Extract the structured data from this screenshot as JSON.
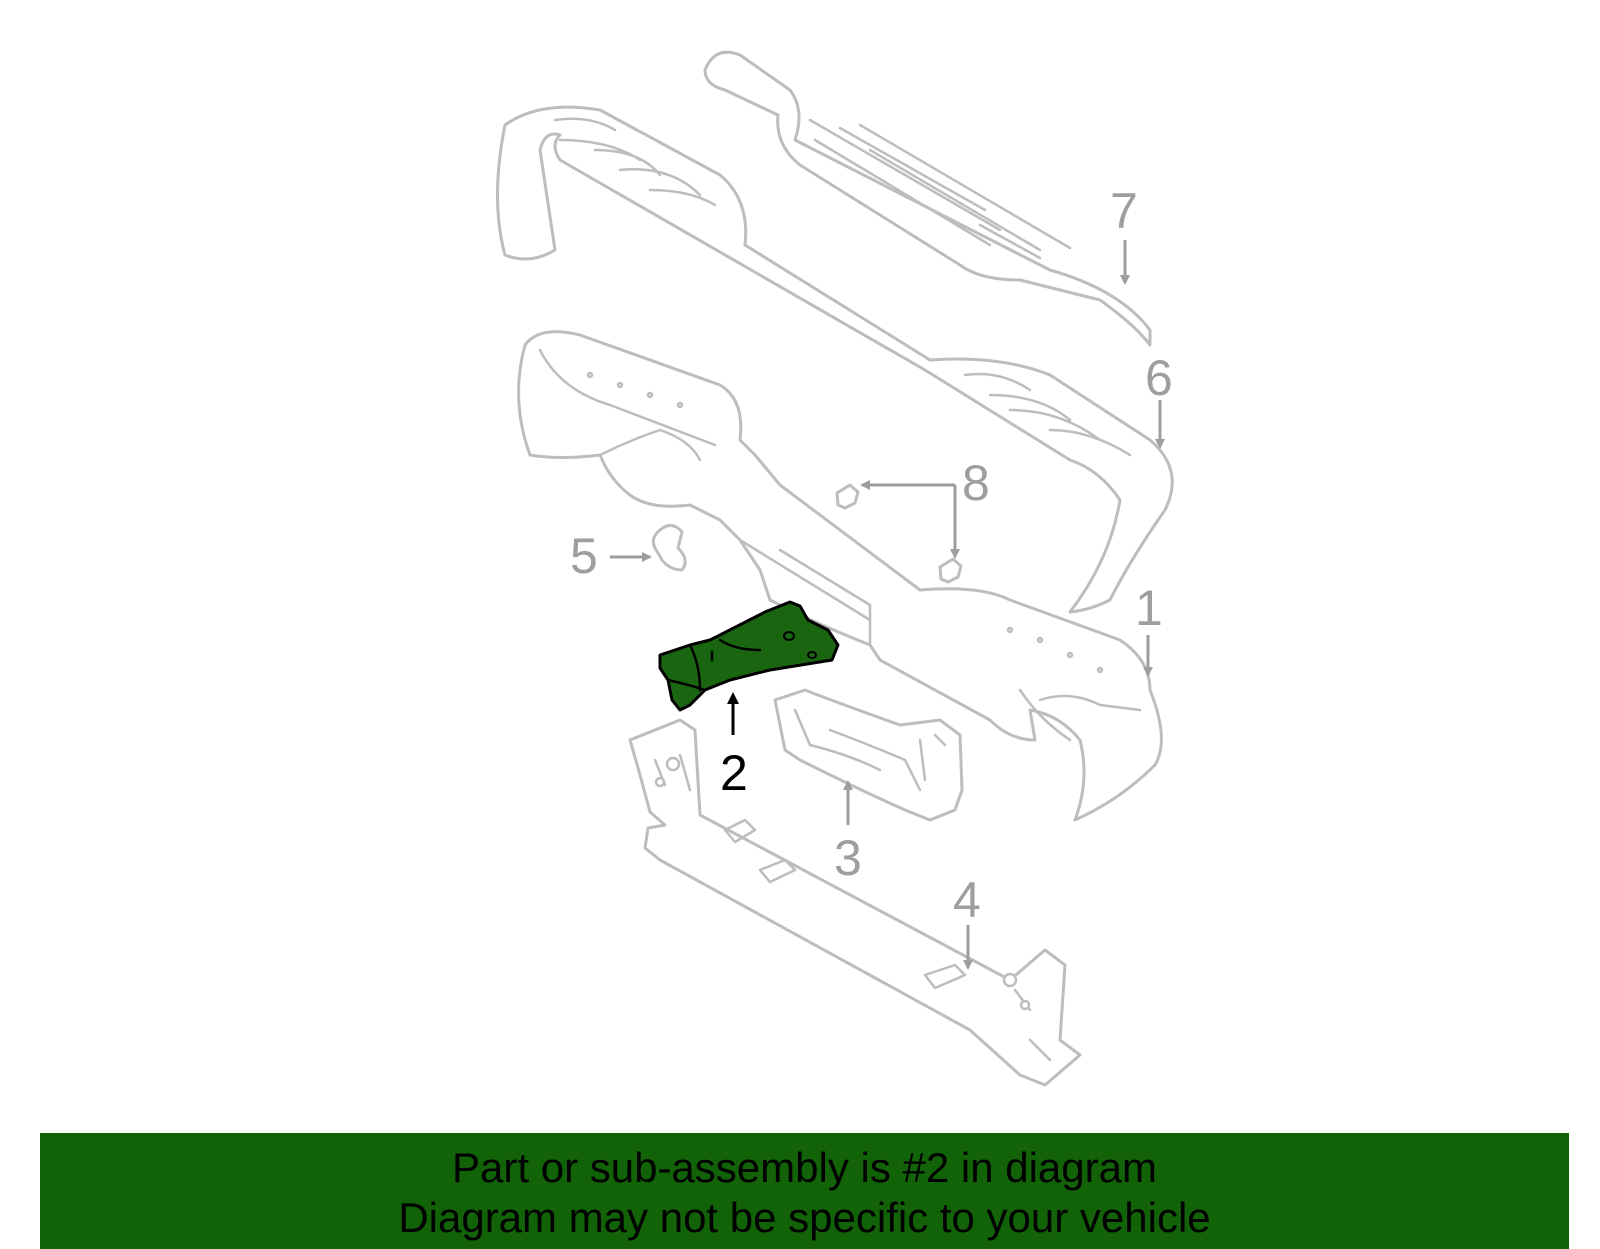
{
  "diagram": {
    "highlight_color": "#1a6610",
    "line_color": "#bdbdbd",
    "label_color": "#9e9e9e",
    "callouts": [
      {
        "number": "1",
        "part": "bumper-face-bar"
      },
      {
        "number": "2",
        "part": "bracket",
        "highlighted": true
      },
      {
        "number": "3",
        "part": "side-bracket"
      },
      {
        "number": "4",
        "part": "impact-bar"
      },
      {
        "number": "5",
        "part": "clip"
      },
      {
        "number": "6",
        "part": "step-pad"
      },
      {
        "number": "7",
        "part": "step-pad-top"
      },
      {
        "number": "8",
        "part": "bolts"
      }
    ]
  },
  "banner": {
    "background": "#126308",
    "line1": "Part or sub-assembly is #2 in diagram",
    "line2": "Diagram may not be specific to your vehicle"
  }
}
